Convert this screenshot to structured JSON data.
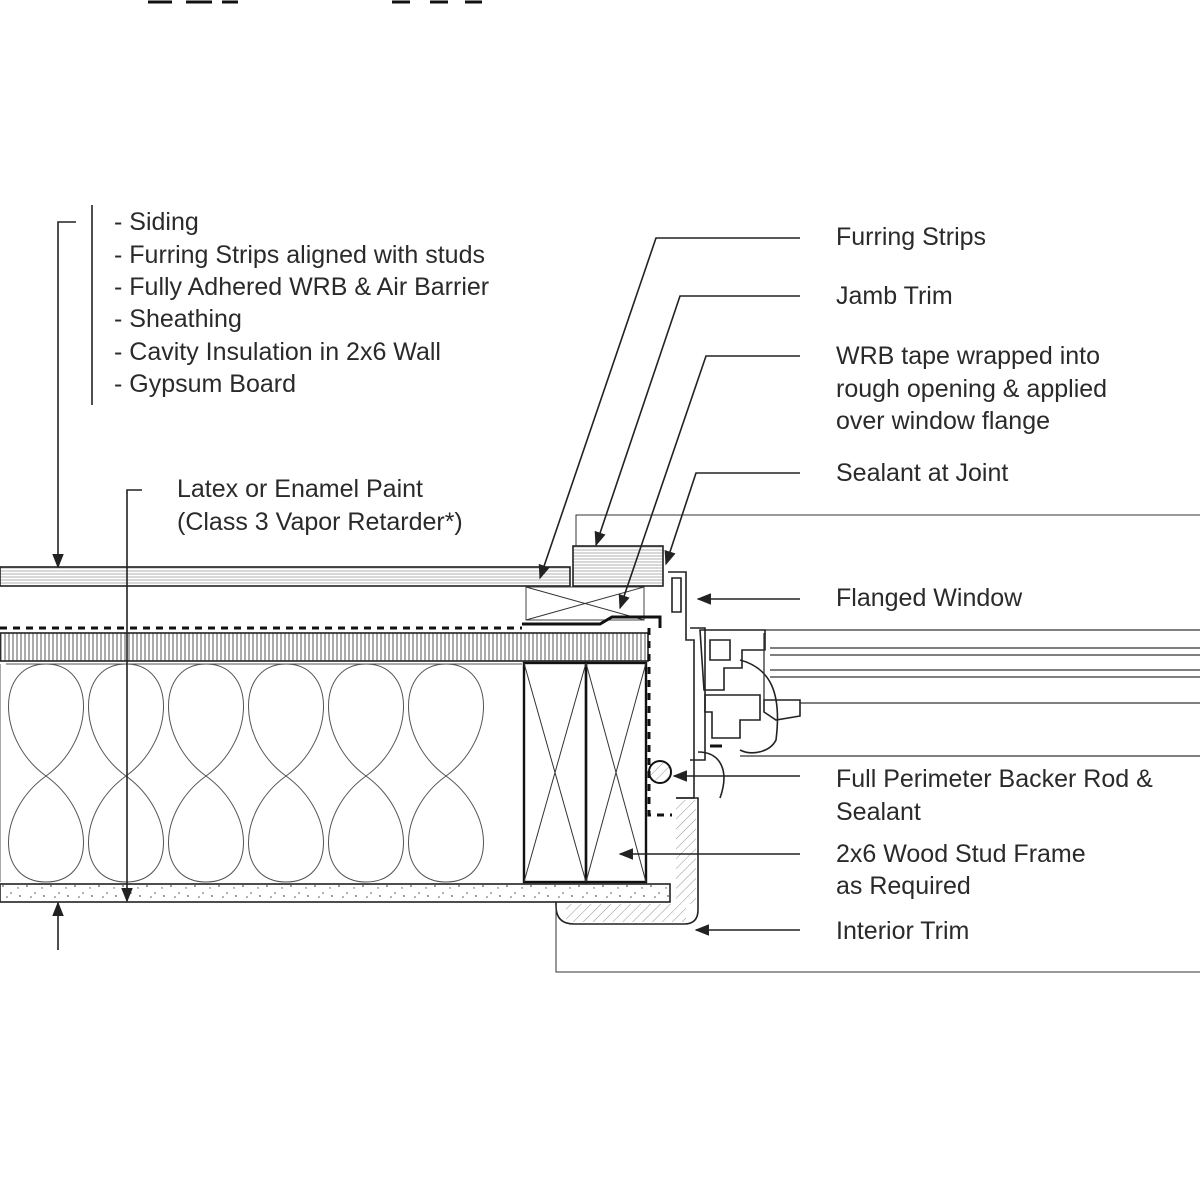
{
  "wall_assembly": {
    "items": [
      "- Siding",
      "- Furring Strips aligned with studs",
      "- Fully Adhered WRB & Air Barrier",
      "- Sheathing",
      "- Cavity Insulation in 2x6 Wall",
      "- Gypsum Board"
    ]
  },
  "paint_note": {
    "line1": "Latex or Enamel Paint",
    "line2": "(Class 3 Vapor Retarder*)"
  },
  "callouts": {
    "furring_strips": "Furring Strips",
    "jamb_trim": "Jamb Trim",
    "wrb_tape": [
      "WRB tape wrapped into",
      "rough opening & applied",
      "over window flange"
    ],
    "sealant_joint": "Sealant at Joint",
    "flanged_window": "Flanged Window",
    "backer_rod": [
      "Full Perimeter Backer Rod &",
      "Sealant"
    ],
    "stud_frame": [
      "2x6 Wood Stud Frame",
      "as Required"
    ],
    "interior_trim": "Interior Trim"
  },
  "colors": {
    "line": "#222222",
    "text": "#2a2a2a",
    "background": "#ffffff"
  }
}
